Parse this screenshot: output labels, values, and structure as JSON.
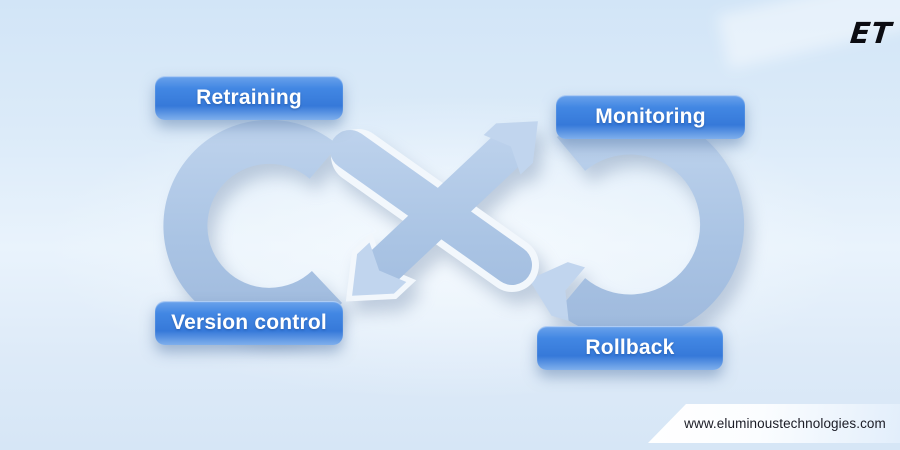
{
  "brand": {
    "logo_text": "ET",
    "website": "www.eluminoustechnologies.com"
  },
  "diagram": {
    "type": "infinity-loop",
    "nodes": [
      {
        "label": "Retraining",
        "position": "top-left"
      },
      {
        "label": "Monitoring",
        "position": "top-right"
      },
      {
        "label": "Version control",
        "position": "bottom-left"
      },
      {
        "label": "Rollback",
        "position": "bottom-right"
      }
    ],
    "colors": {
      "node_fill_top": "#6ba3ec",
      "node_fill": "#3b7fdf",
      "node_text": "#ffffff",
      "loop_fill_light": "#bdd2ed",
      "loop_fill_dark": "#a0bbdd",
      "background_top": "#d2e5f7",
      "background_center": "#f3f9fe",
      "footer_text": "#1b1c26",
      "logo_color": "#0c0c12"
    }
  }
}
